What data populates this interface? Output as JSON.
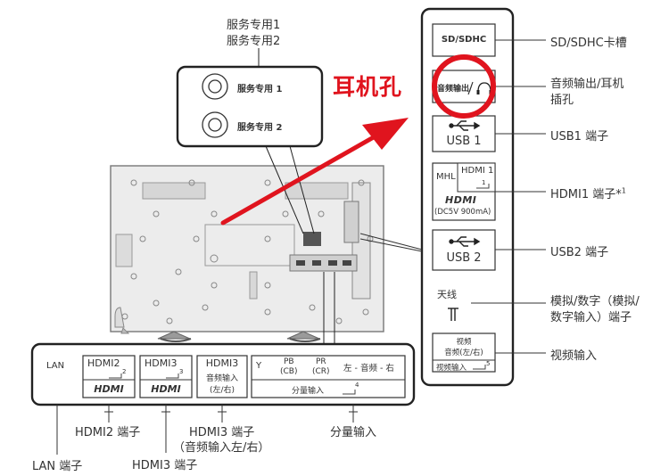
{
  "service": {
    "callout": [
      "服务专用1",
      "服务专用2"
    ],
    "port1": "服务专用 1",
    "port2": "服务专用 2"
  },
  "annotation": {
    "text": "耳机孔",
    "color": "#e0141e"
  },
  "side_panel": {
    "sd_box": "SD/SDHC",
    "audio_box": "音频输出/",
    "usb1_box": "USB 1",
    "mhl": "MHL",
    "hdmi1_box": "HDMI 1",
    "hdmi1_num": "1",
    "hdmi_logo": "HDMI",
    "dc_note": "(DC5V 900mA)",
    "usb2_box": "USB 2",
    "antenna": "天线",
    "video_line1": "视频",
    "video_line2": "音频(左/右)",
    "video_line3": "视频输入",
    "video_num": "5"
  },
  "side_labels": {
    "sd": "SD/SDHC卡槽",
    "audio": [
      "音频输出/耳机",
      "插孔"
    ],
    "usb1": "USB1 端子",
    "hdmi1": "HDMI1 端子*",
    "hdmi1_sup": "1",
    "usb2": "USB2 端子",
    "analog": [
      "模拟/数字（模拟/",
      "数字输入）端子"
    ],
    "video": "视频输入"
  },
  "bottom_panel": {
    "lan": "LAN",
    "hdmi2": "HDMI2",
    "hdmi2_num": "2",
    "hdmi3": "HDMI3",
    "hdmi3_num": "3",
    "hdmi3_audio": [
      "HDMI3",
      "音频输入",
      "(左/右)"
    ],
    "y": "Y",
    "pb": "PB",
    "cb": "(CB)",
    "pr": "PR",
    "cr": "(CR)",
    "audio_lr": "左 - 音频 - 右",
    "component": "分量输入",
    "component_num": "4",
    "hdmi_logo": "HDMI"
  },
  "bottom_labels": {
    "hdmi2": "HDMI2 端子",
    "hdmi3_audio": [
      "HDMI3 端子",
      "（音频输入左/右）"
    ],
    "component": "分量输入",
    "lan": "LAN 端子",
    "hdmi3": "HDMI3 端子"
  }
}
